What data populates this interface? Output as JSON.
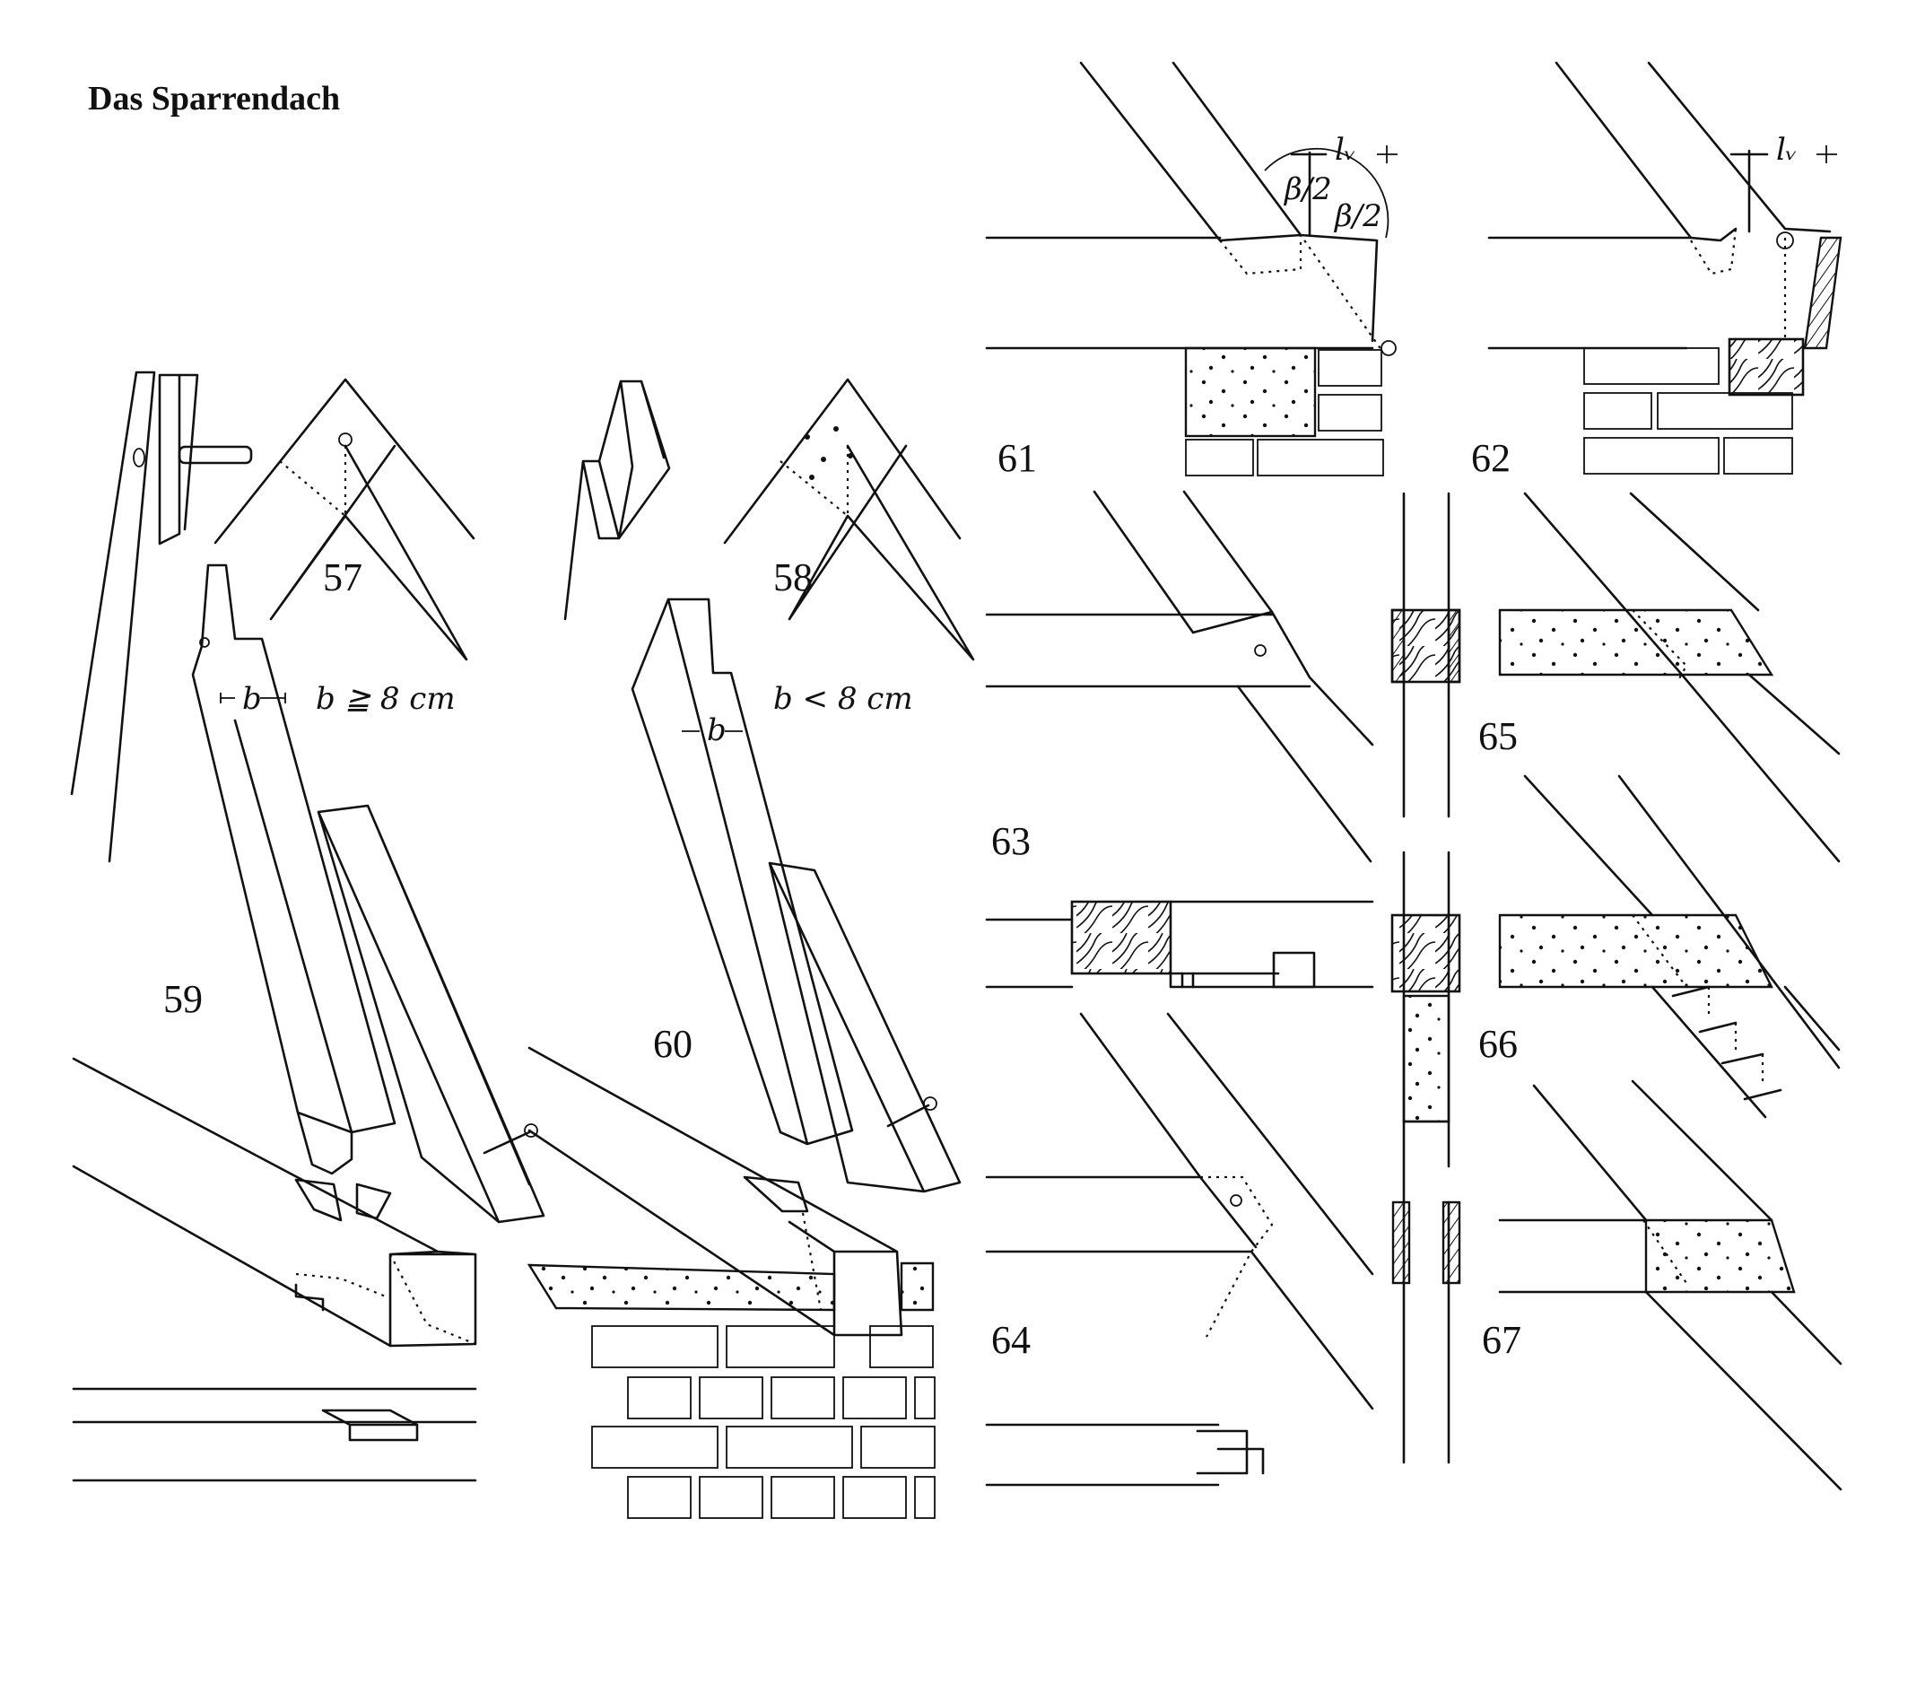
{
  "page": {
    "title": "Das Sparrendach"
  },
  "figures": {
    "f57": "57",
    "f58": "58",
    "f59": "59",
    "f60": "60",
    "f61": "61",
    "f62": "62",
    "f63": "63",
    "f64": "64",
    "f65": "65",
    "f66": "66",
    "f67": "67"
  },
  "labels": {
    "b_large": "b ≧ 8 cm",
    "b_small": "b < 8 cm",
    "b_dim": "b",
    "lv": "lᵥ",
    "beta_half": "β/2"
  }
}
